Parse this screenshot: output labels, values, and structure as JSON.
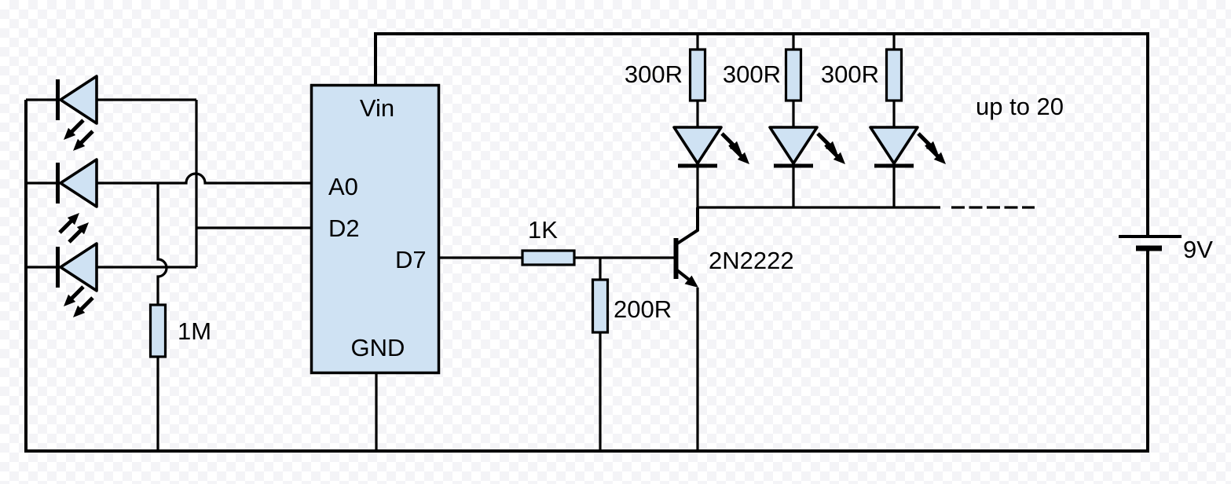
{
  "circuit": {
    "mcu": {
      "vin": "Vin",
      "a0": "A0",
      "d2": "D2",
      "d7": "D7",
      "gnd": "GND"
    },
    "resistors": {
      "base": "1K",
      "bias": "200R",
      "sense": "1M",
      "led1": "300R",
      "led2": "300R",
      "led3": "300R"
    },
    "transistor": "2N2222",
    "battery": "9V",
    "note": "up to 20",
    "colors": {
      "stroke": "#000000",
      "fill": "#cfe2f3"
    }
  }
}
